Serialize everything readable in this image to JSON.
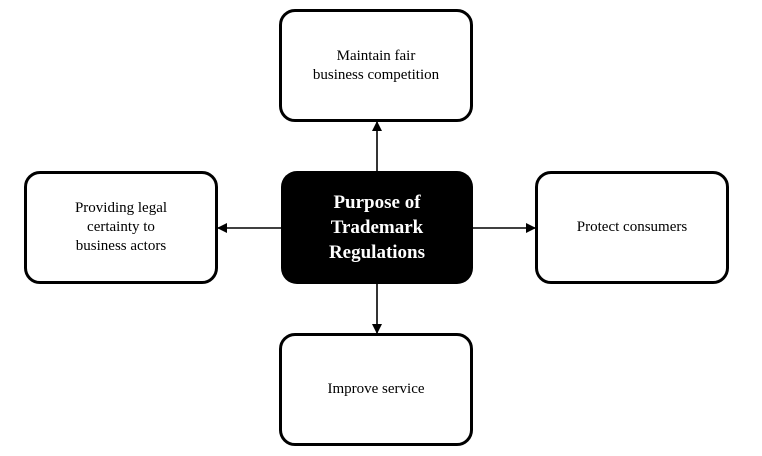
{
  "diagram": {
    "center": {
      "label": "Purpose of\nTrademark\nRegulations"
    },
    "nodes": {
      "top": {
        "label": "Maintain fair\nbusiness competition"
      },
      "left": {
        "label": "Providing legal\ncertainty to\nbusiness actors"
      },
      "right": {
        "label": "Protect consumers"
      },
      "bottom": {
        "label": "Improve service"
      }
    },
    "colors": {
      "center_fill": "#000000",
      "center_text": "#ffffff",
      "node_fill": "#ffffff",
      "node_border": "#000000",
      "arrow": "#000000"
    }
  }
}
